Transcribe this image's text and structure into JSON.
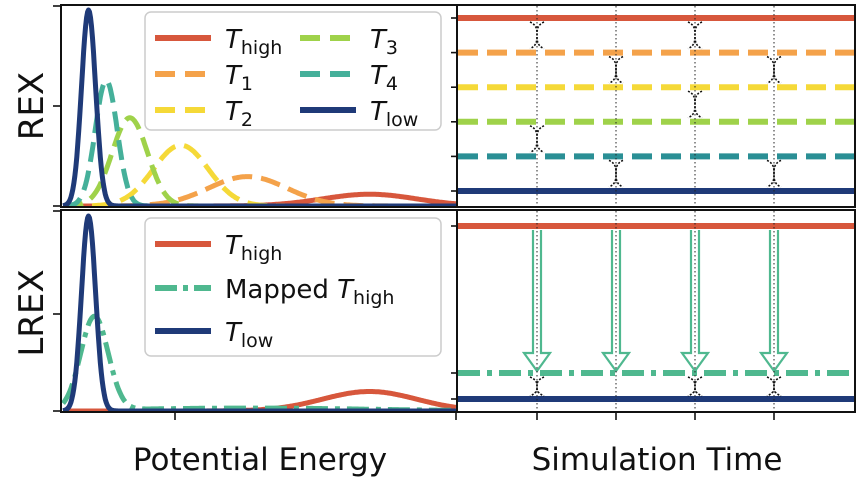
{
  "figure": {
    "row_labels": [
      "REX",
      "LREX"
    ],
    "x_labels": [
      "Potential Energy",
      "Simulation Time"
    ]
  },
  "colors": {
    "T_high": "#d7573c",
    "T_1": "#f4a24a",
    "T_2": "#f5d938",
    "T_3": "#9fd24a",
    "T_4": "#45b09a",
    "T_4_right": "#2a8f95",
    "T_low": "#1f3a78",
    "mapped": "#4fb88f"
  },
  "chart_data": [
    {
      "type": "line",
      "panel": "REX energy distributions",
      "ylabel": "REX",
      "xlabel": "",
      "x_range": [
        0,
        100
      ],
      "grid": false,
      "legend": {
        "placement": "top-right",
        "columns": 2,
        "entries": [
          {
            "key": "T_high",
            "base": "T",
            "sub": "high",
            "style": "solid"
          },
          {
            "key": "T_1",
            "base": "T",
            "sub": "1",
            "style": "dashed"
          },
          {
            "key": "T_2",
            "base": "T",
            "sub": "2",
            "style": "dashed"
          },
          {
            "key": "T_3",
            "base": "T",
            "sub": "3",
            "style": "dashed"
          },
          {
            "key": "T_4",
            "base": "T",
            "sub": "4",
            "style": "dashed"
          },
          {
            "key": "T_low",
            "base": "T",
            "sub": "low",
            "style": "solid"
          }
        ]
      },
      "series": [
        {
          "name": "T_high",
          "style": "solid",
          "mu": 78,
          "sigma": 12,
          "peak": 0.06
        },
        {
          "name": "T_1",
          "style": "dashed",
          "mu": 47,
          "sigma": 10,
          "peak": 0.15
        },
        {
          "name": "T_2",
          "style": "dashed",
          "mu": 30,
          "sigma": 7,
          "peak": 0.31
        },
        {
          "name": "T_3",
          "style": "dashed",
          "mu": 17,
          "sigma": 4.5,
          "peak": 0.45
        },
        {
          "name": "T_4",
          "style": "dashed",
          "mu": 11,
          "sigma": 2.8,
          "peak": 0.64
        },
        {
          "name": "T_low",
          "style": "solid",
          "mu": 6.5,
          "sigma": 1.8,
          "peak": 1.0
        }
      ]
    },
    {
      "type": "line",
      "panel": "REX replica exchange timeline",
      "xlabel": "Simulation Time",
      "levels": [
        {
          "name": "T_high",
          "style": "solid",
          "level": 6
        },
        {
          "name": "T_1",
          "style": "dashed",
          "level": 5
        },
        {
          "name": "T_2",
          "style": "dashed",
          "level": 4
        },
        {
          "name": "T_3",
          "style": "dashed",
          "level": 3
        },
        {
          "name": "T_4",
          "style": "dashed",
          "level": 2
        },
        {
          "name": "T_low",
          "style": "solid",
          "level": 1
        }
      ],
      "exchange_times": [
        1,
        2,
        3,
        4
      ],
      "exchanges": [
        {
          "time": 1,
          "between": [
            5,
            6
          ]
        },
        {
          "time": 1,
          "between": [
            2,
            3
          ]
        },
        {
          "time": 2,
          "between": [
            4,
            5
          ]
        },
        {
          "time": 2,
          "between": [
            1,
            2
          ]
        },
        {
          "time": 3,
          "between": [
            5,
            6
          ]
        },
        {
          "time": 3,
          "between": [
            3,
            4
          ]
        },
        {
          "time": 4,
          "between": [
            4,
            5
          ]
        },
        {
          "time": 4,
          "between": [
            1,
            2
          ]
        }
      ]
    },
    {
      "type": "line",
      "panel": "LREX energy distributions",
      "ylabel": "LREX",
      "xlabel": "Potential Energy",
      "x_range": [
        0,
        100
      ],
      "grid": false,
      "legend": {
        "placement": "top-right",
        "entries": [
          {
            "key": "T_high",
            "pre": "",
            "base": "T",
            "sub": "high",
            "style": "solid"
          },
          {
            "key": "mapped",
            "pre": "Mapped ",
            "base": "T",
            "sub": "high",
            "style": "dashdot"
          },
          {
            "key": "T_low",
            "pre": "",
            "base": "T",
            "sub": "low",
            "style": "solid"
          }
        ]
      },
      "series": [
        {
          "name": "T_high",
          "style": "solid",
          "mu": 78,
          "sigma": 12,
          "peak": 0.1
        },
        {
          "name": "Mapped T_high",
          "style": "dashdot",
          "mu": 8,
          "sigma": 3.5,
          "peak": 0.48,
          "tail_mu": 48,
          "tail_sigma": 30,
          "tail_peak": 0.015
        },
        {
          "name": "T_low",
          "style": "solid",
          "mu": 6.5,
          "sigma": 1.8,
          "peak": 1.0
        }
      ]
    },
    {
      "type": "line",
      "panel": "LREX replica exchange timeline",
      "xlabel": "Simulation Time",
      "levels": [
        {
          "name": "T_high",
          "style": "solid",
          "level": 3
        },
        {
          "name": "Mapped T_high",
          "style": "dashdot",
          "level": 2
        },
        {
          "name": "T_low",
          "style": "solid",
          "level": 1
        }
      ],
      "exchange_times": [
        1,
        2,
        3,
        4
      ],
      "mapping_arrows": [
        1,
        2,
        3,
        4
      ],
      "exchanges": [
        {
          "time": 1,
          "between": [
            1,
            2
          ]
        },
        {
          "time": 3,
          "between": [
            1,
            2
          ]
        },
        {
          "time": 4,
          "between": [
            1,
            2
          ]
        }
      ]
    }
  ]
}
